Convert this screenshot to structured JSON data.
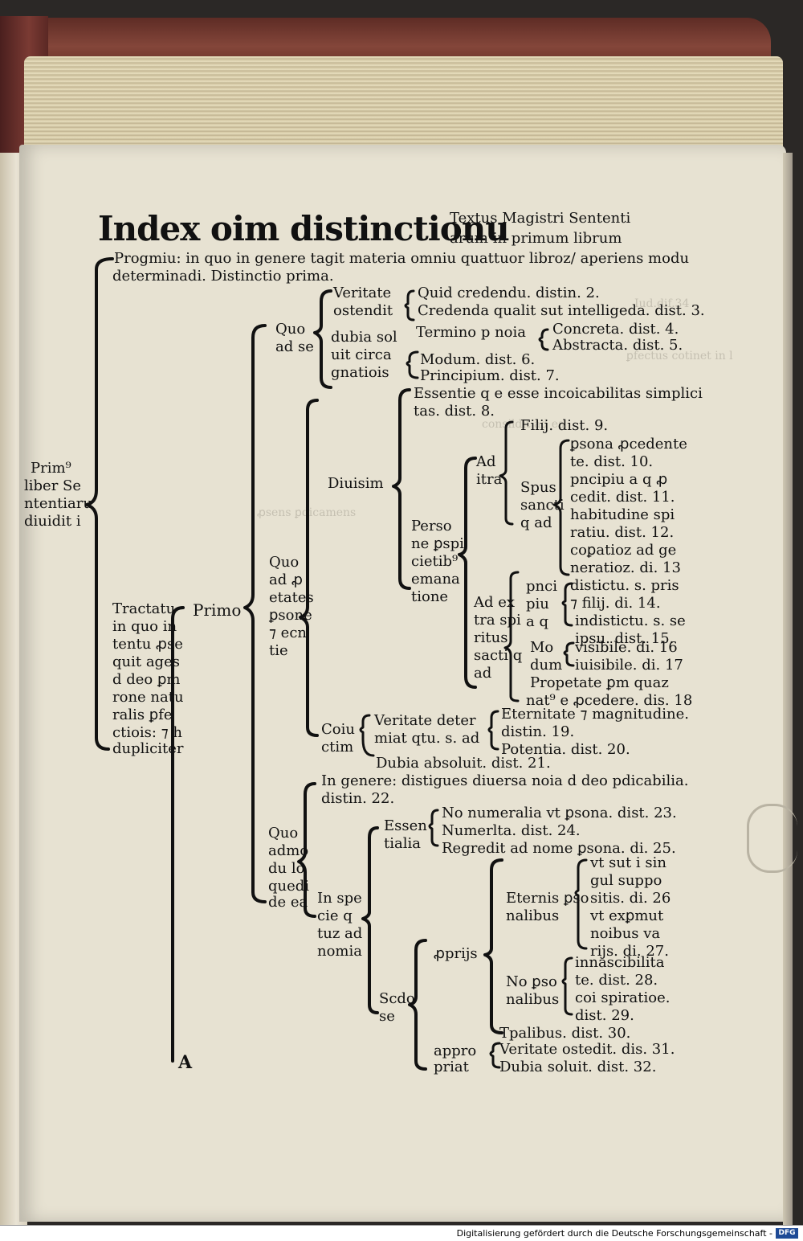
{
  "footer": {
    "credit": "Digitalisierung gefördert durch die Deutsche Forschungsgemeinschaft -",
    "logo": "DFG"
  },
  "title": {
    "main": "Index oim distinctionu",
    "sub_line1": "Textus Magistri Sententi",
    "sub_line2": "arum in primum librum"
  },
  "prologue": {
    "line1": "Progmiu: in quo in genere tagit materia omniu quattuor libroz/ aperiens modu",
    "line2": "determinadi. Distinctio prima."
  },
  "left_root": [
    "Prim⁹",
    "liber Se",
    "ntentiaru",
    "diuidit i"
  ],
  "tractatus": [
    "Tractatu",
    "in quo in",
    "tentu ꝓse",
    "quit ages",
    "d deo ꝑm",
    "rone natu",
    "ralis ꝑfe",
    "ctiois: ⁊ h",
    "dupliciter"
  ],
  "primo": "Primo",
  "quo_ad_se": [
    "Quo",
    "ad se"
  ],
  "veritate": [
    "Veritate",
    "ostendit"
  ],
  "veritate_items": [
    "Quid credendu. distin. 2.",
    "Credenda qualit sut intelligeda. dist. 3."
  ],
  "dubia_sol": [
    "dubia sol",
    "uit circa",
    "gnatiois"
  ],
  "termino": "Termino p noia",
  "termino_items": [
    "Concreta. dist. 4.",
    "Abstracta. dist. 5."
  ],
  "modum_items": [
    "Modum. dist. 6.",
    "Principium. dist. 7."
  ],
  "essentie": [
    "Essentie q e esse incoicabilitas simplici",
    "tas. dist. 8."
  ],
  "quo_ad_pp": [
    "Quo",
    "ad ꝓ",
    "etates",
    "ꝑsone",
    "⁊ ecn",
    "tie"
  ],
  "diuisim": "Diuisim",
  "persone": [
    "Perso",
    "ne ꝑspi",
    "cietib⁹",
    "emana",
    "tione"
  ],
  "ad_intra": [
    "Ad",
    "itra"
  ],
  "filij": "Filij. dist. 9.",
  "spus": [
    "Spus",
    "sancti",
    "q ad"
  ],
  "spus_items": [
    "ꝑsona ꝓcedente",
    "te. dist. 10.",
    "pncipiu a q ꝓ",
    "cedit. dist. 11.",
    "habitudine spi",
    "ratiu. dist. 12.",
    "coꝑatioz ad ge",
    "neratioz. di. 13",
    "distictu. s. pris",
    "⁊ filij. di. 14."
  ],
  "ad_extra": [
    "Ad ex",
    "tra spi",
    "ritus",
    "sacti q",
    "ad"
  ],
  "pncipiu": [
    "pnci",
    "piu",
    "a q"
  ],
  "pncipiu_items": [
    "indistictu. s. se",
    "ipsu. dist. 15."
  ],
  "modum2": [
    "Mo",
    "dum"
  ],
  "modum2_items": [
    "visibile. di. 16",
    "iuisibile. di. 17"
  ],
  "proprietate": [
    "Propetate ꝑm quaz",
    "nat⁹ e ꝓcedere. dis. 18"
  ],
  "coniu": [
    "Coiu",
    "ctim"
  ],
  "veritate_det": [
    "Veritate deter",
    "miat qtu. s. ad"
  ],
  "eternitate_items": [
    "Eternitate ⁊ magnitudine.",
    "distin. 19.",
    "Potentia. dist. 20."
  ],
  "dubia_abs": "Dubia absoluit. dist. 21.",
  "quo_admodu": [
    "Quo",
    "admo",
    "du lo",
    "quedi",
    "de ea"
  ],
  "in_genere": [
    "In genere: distigues diuersa noia d deo pdicabilia.",
    "distin. 22."
  ],
  "essentialia": [
    "Essen",
    "tialia"
  ],
  "essentialia_items": [
    "No numeralia vt ꝑsona. dist. 23.",
    "Numerlta. dist. 24.",
    "Regredit ad nome ꝑsona. di. 25."
  ],
  "in_specie": [
    "In spe",
    "cie q",
    "tuz ad",
    "nomia"
  ],
  "eternis": [
    "Eternis ꝑso",
    "nalibus"
  ],
  "eternis_items": [
    "vt sut i sin",
    "gul suppo",
    "sitis. di. 26",
    "vt exꝑmut",
    "noibus va",
    "rijs. di. 27."
  ],
  "propriis": "ꝓprijs",
  "non_pso": [
    "No ꝑso",
    "nalibus"
  ],
  "non_pso_items": [
    "innascibilita",
    "te. dist. 28.",
    "coi spiratioe.",
    "dist. 29."
  ],
  "temporalibus": "Tpalibus. dist. 30.",
  "secundo": [
    "Scdo",
    "se"
  ],
  "appro": [
    "appro",
    "priat"
  ],
  "appro_items": [
    "Veritate ostedit. dis. 31.",
    "Dubia soluit. dist. 32."
  ],
  "signature": "A"
}
